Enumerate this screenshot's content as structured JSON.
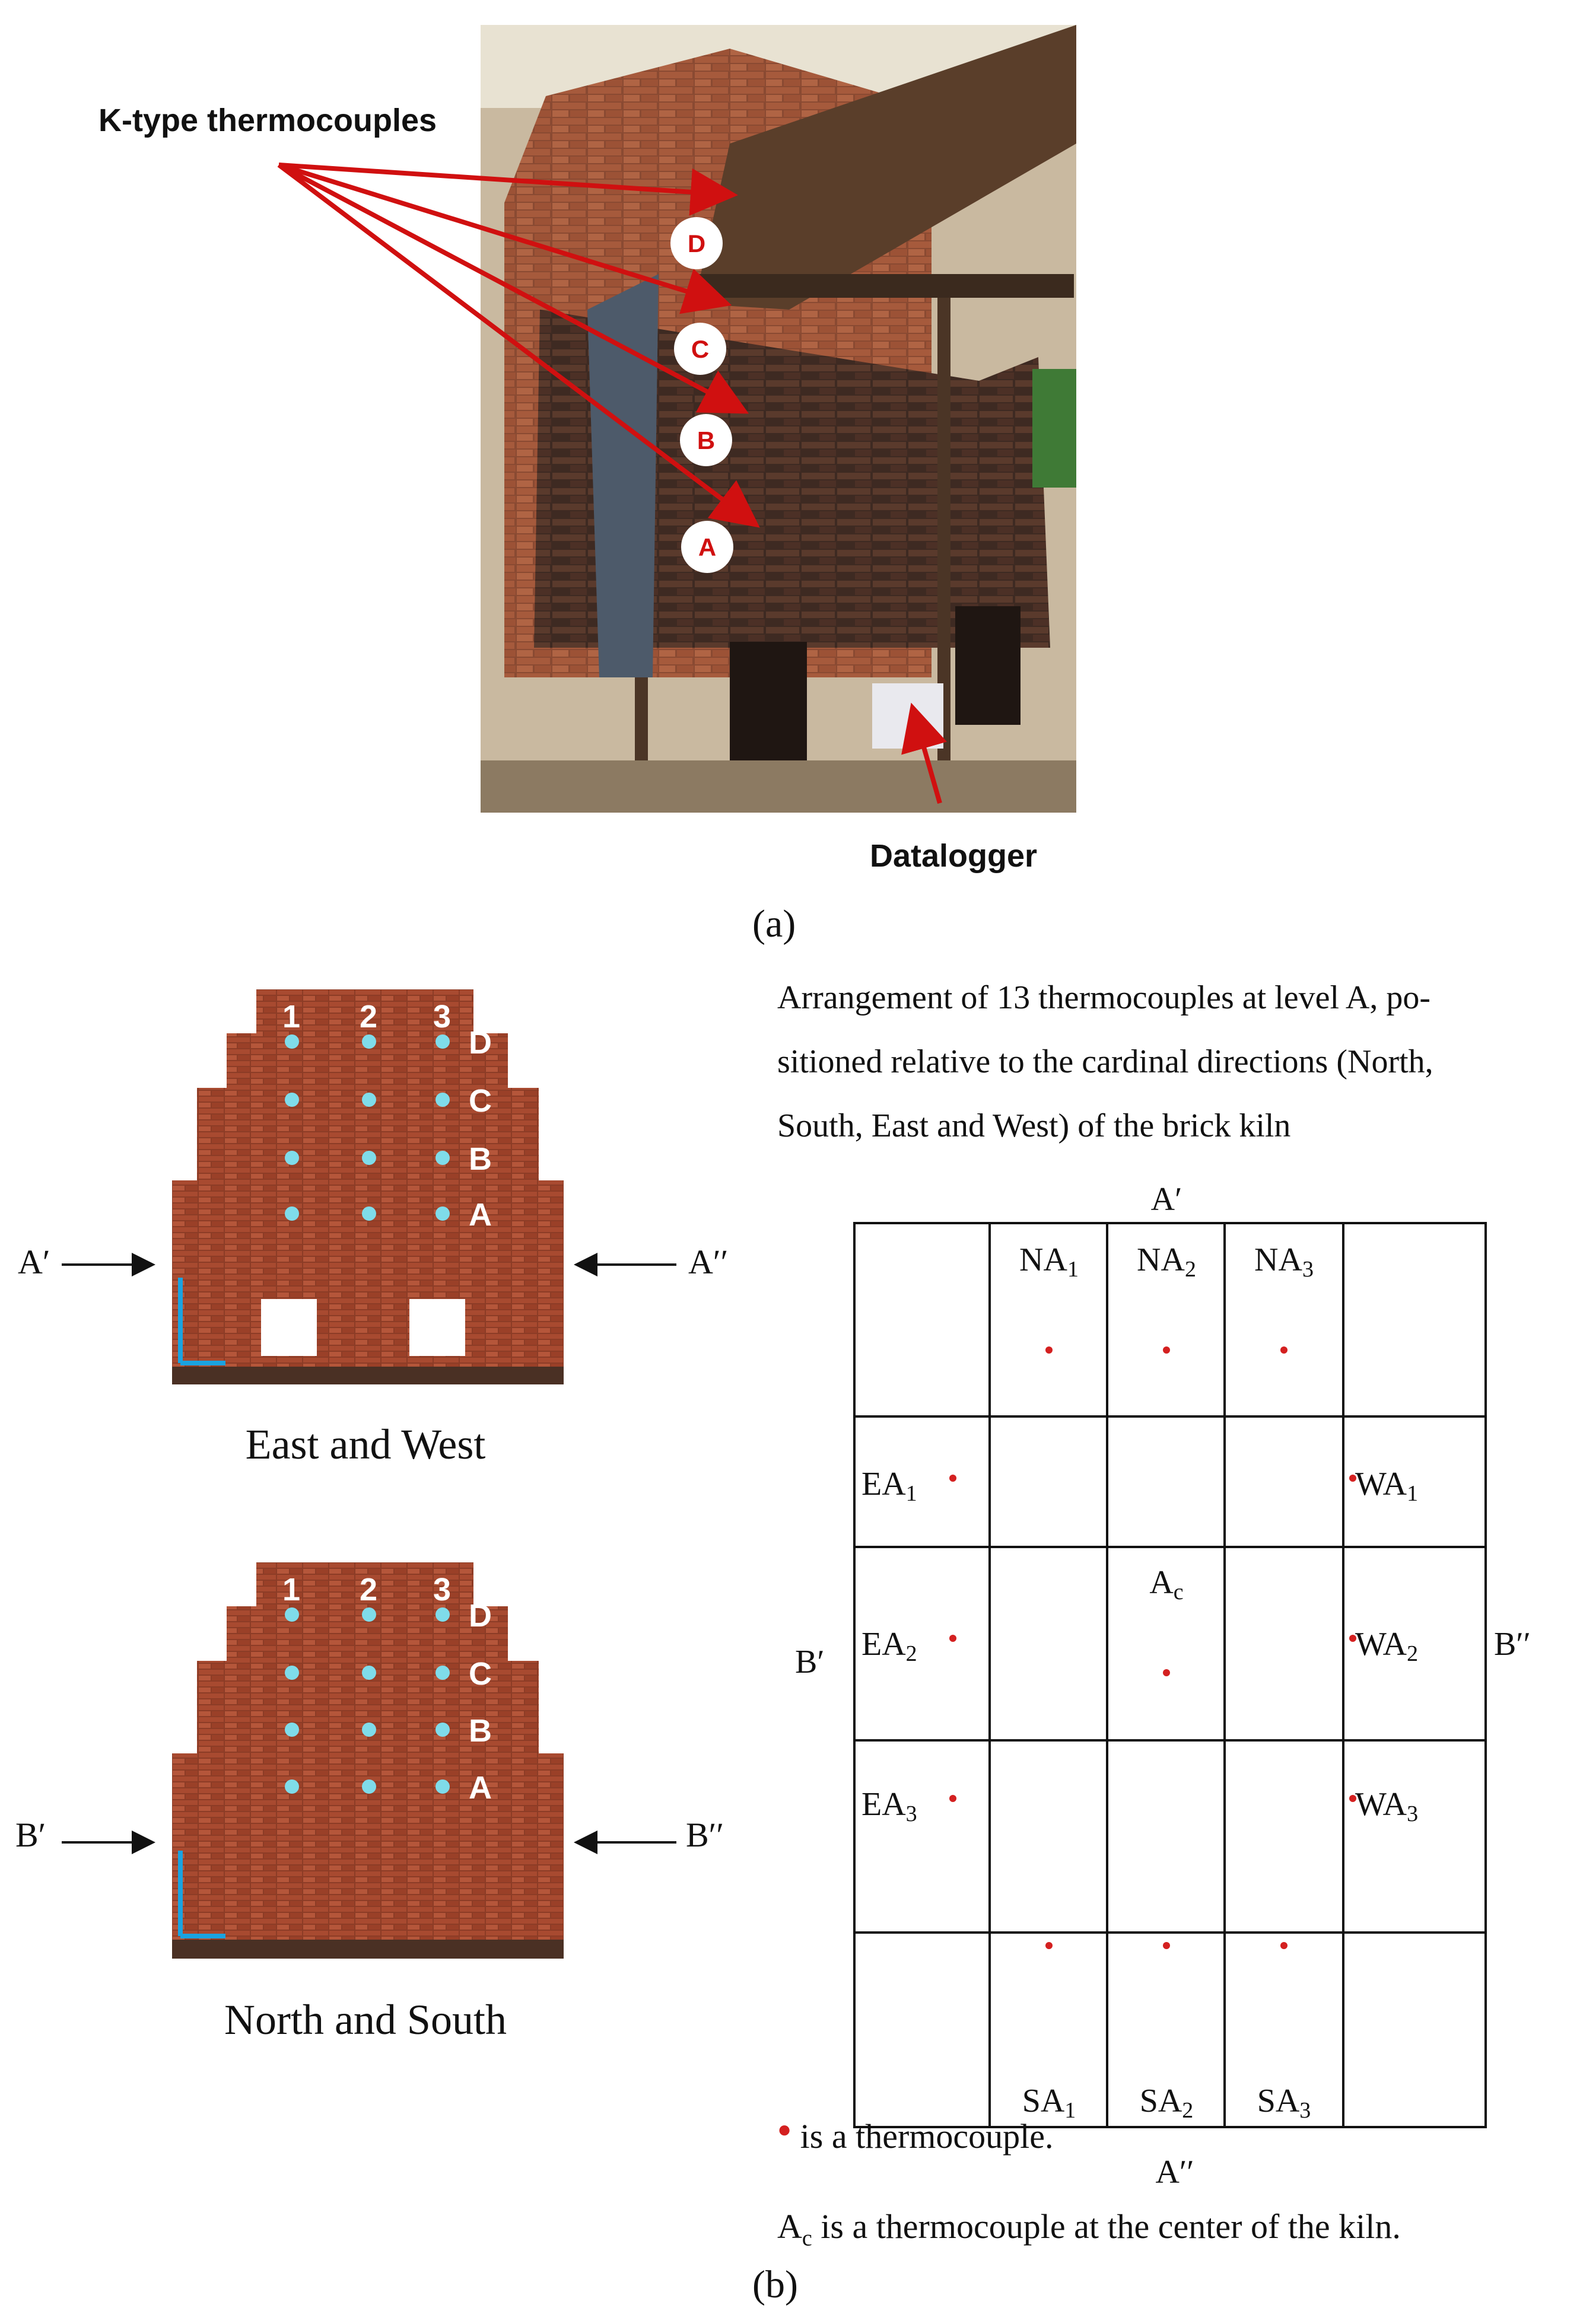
{
  "panel_a": {
    "callout_label": "K-type thermocouples",
    "levels": [
      "D",
      "C",
      "B",
      "A"
    ],
    "datalogger_label": "Datalogger",
    "caption": "(a)"
  },
  "panel_b": {
    "description": "Arrangement of 13 thermocouples at level A, positioned relative to the cardinal directions (North, South, East and West) of the brick kiln",
    "description_lines": [
      "Arrangement of 13 thermocouples at level A, po-",
      "sitioned relative to the cardinal directions (North,",
      "South, East and West) of the brick kiln"
    ],
    "east_west": {
      "title": "East and West",
      "columns": [
        "1",
        "2",
        "3"
      ],
      "levels": [
        "D",
        "C",
        "B",
        "A"
      ],
      "left_section": "A′",
      "right_section": "A′′"
    },
    "north_south": {
      "title": "North and South",
      "columns": [
        "1",
        "2",
        "3"
      ],
      "levels": [
        "D",
        "C",
        "B",
        "A"
      ],
      "left_section": "B′",
      "right_section": "B′′"
    },
    "plan": {
      "top_label": "A′",
      "bottom_label": "A′′",
      "left_label": "B′",
      "right_label": "B′′",
      "north": [
        "NA",
        "NA",
        "NA"
      ],
      "south": [
        "SA",
        "SA",
        "SA"
      ],
      "east": [
        "EA",
        "EA",
        "EA"
      ],
      "west": [
        "WA",
        "WA",
        "WA"
      ],
      "indices": [
        "1",
        "2",
        "3"
      ],
      "center": "A",
      "center_sub": "c"
    },
    "legend_dot": "is a thermocouple.",
    "legend_center_main": "A",
    "legend_center_sub": "c",
    "legend_center_text": " is a thermocouple at the center of the kiln.",
    "caption": "(b)"
  },
  "colors": {
    "arrow_red": "#d01010",
    "dot_cyan": "#7fdcea",
    "dot_red": "#d42020",
    "axis_blue": "#1aa3e0"
  }
}
